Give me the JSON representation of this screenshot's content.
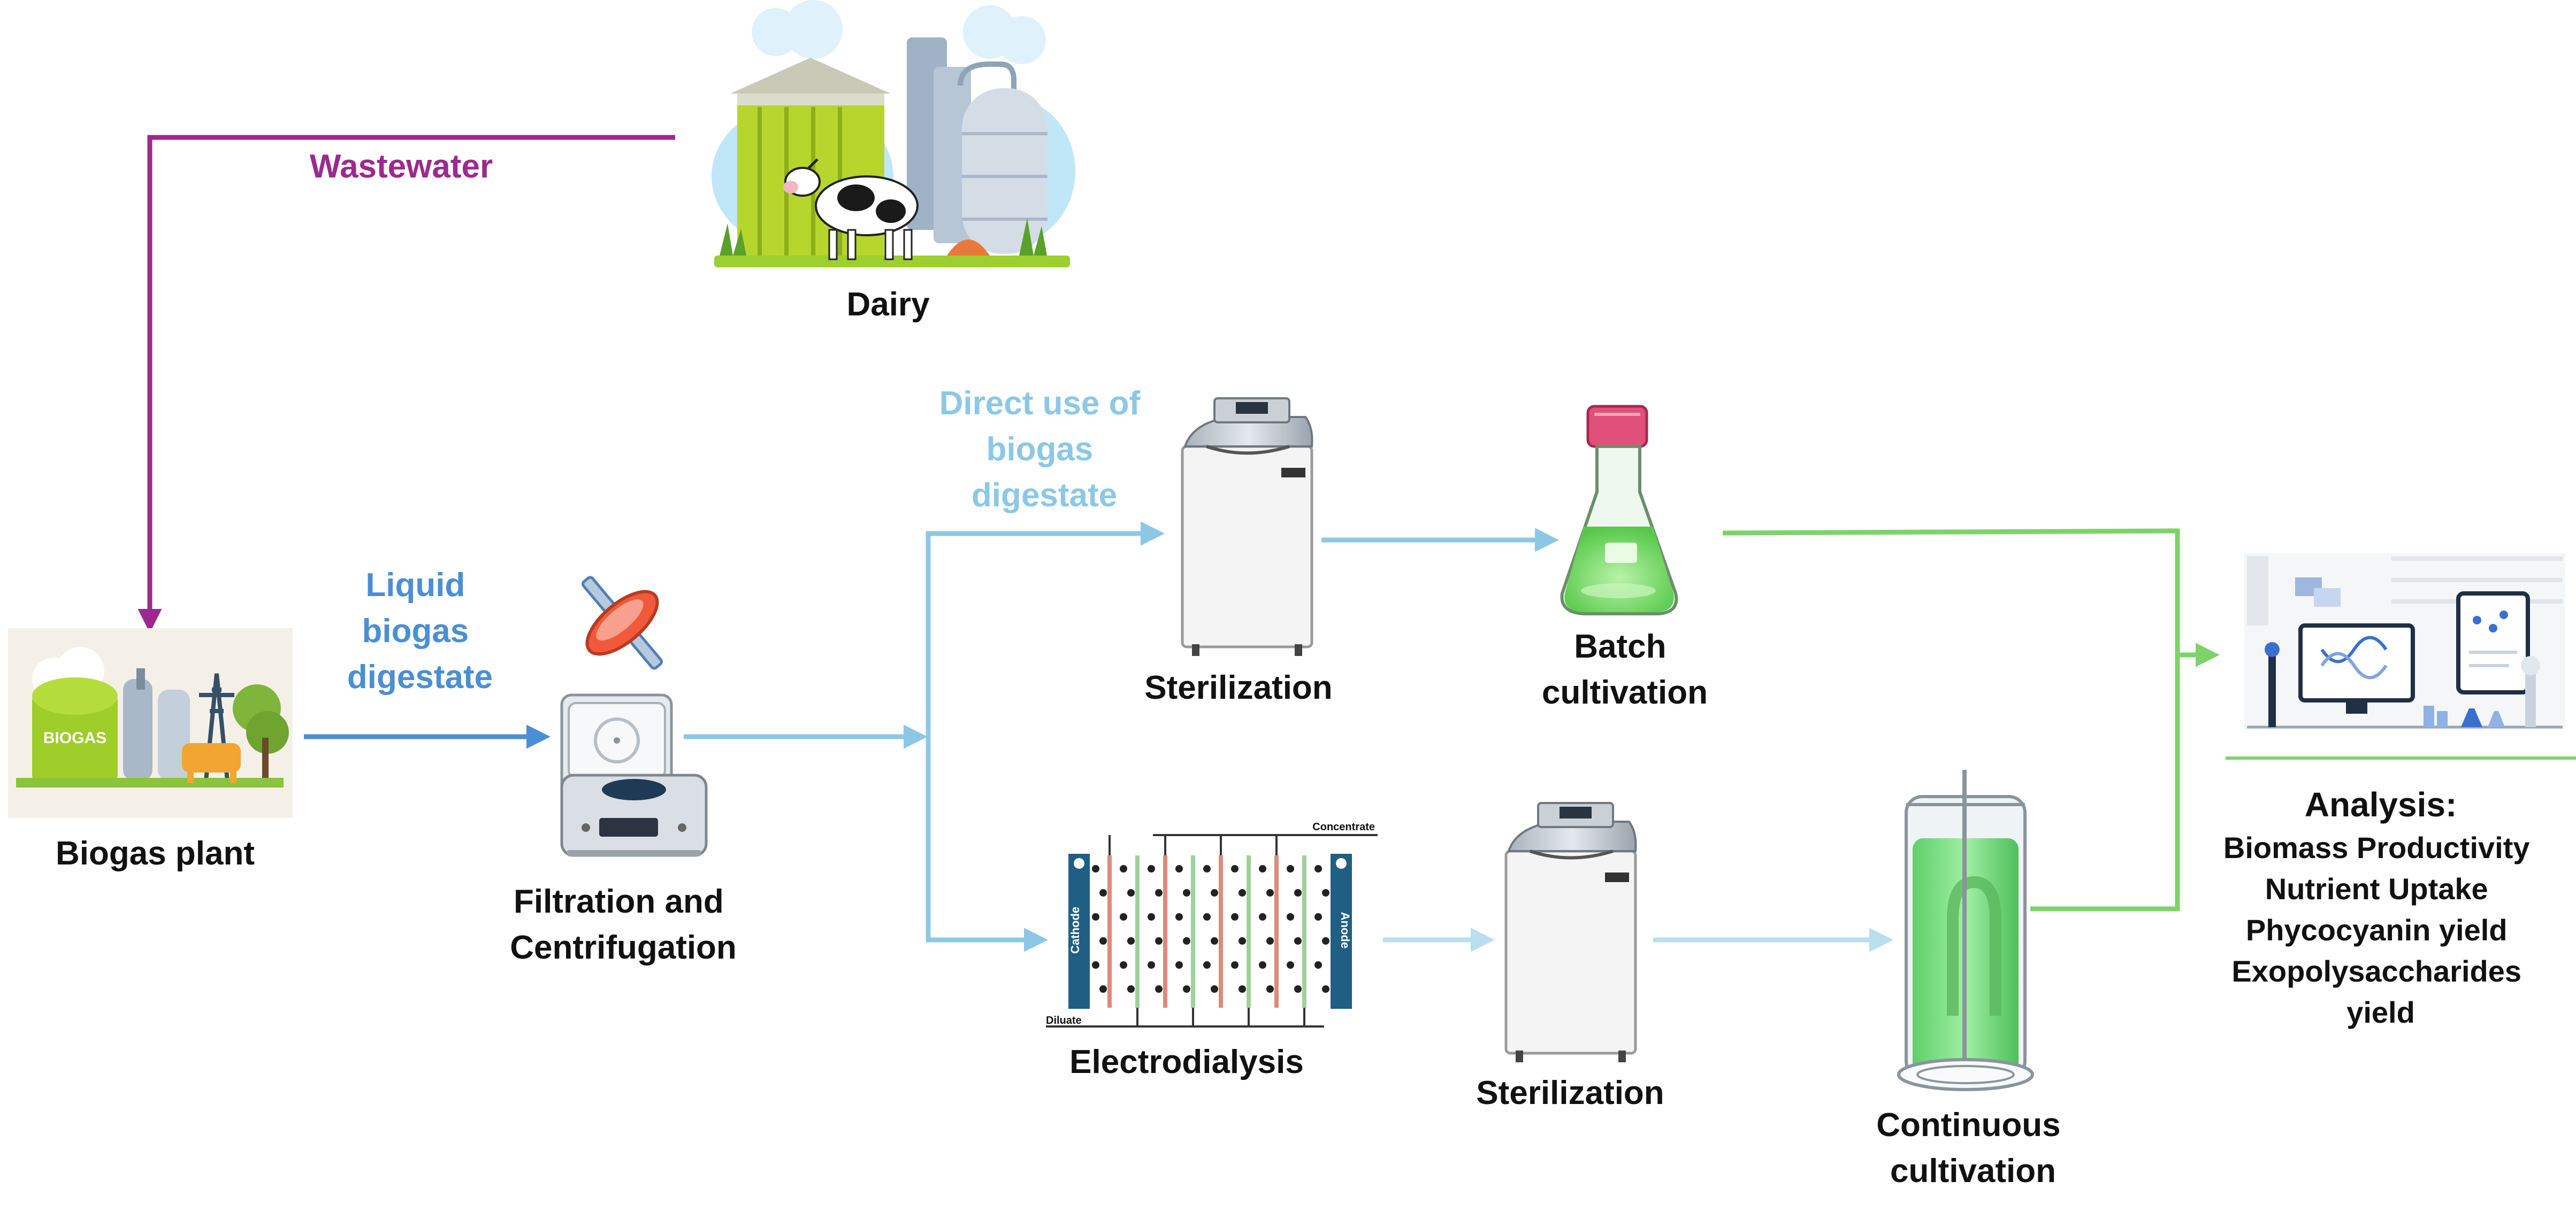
{
  "labels": {
    "wastewater": "Wastewater",
    "dairy": "Dairy",
    "biogas_plant": "Biogas plant",
    "biogas_sign": "BIOGAS",
    "liquid_digestate": [
      "Liquid",
      "biogas",
      "digestate"
    ],
    "filtration": [
      "Filtration and",
      "Centrifugation"
    ],
    "direct_use": [
      "Direct use of",
      "biogas",
      "digestate"
    ],
    "sterilization_top": "Sterilization",
    "batch": [
      "Batch",
      "cultivation"
    ],
    "electrodialysis": "Electrodialysis",
    "ed_concentrate": "Concentrate",
    "ed_diluate": "Diluate",
    "ed_cathode": "Cathode",
    "ed_anode": "Anode",
    "sterilization_bottom": "Sterilization",
    "continuous": [
      "Continuous",
      "cultivation"
    ],
    "analysis_title": "Analysis:",
    "analysis_items": [
      "Biomass Productivity",
      "Nutrient Uptake",
      "Phycocyanin yield",
      "Exopolysaccharides",
      "yield"
    ]
  },
  "colors": {
    "wastewater": "#9b2a8e",
    "liquid_blue": "#4a8fd4",
    "light_blue": "#8cc8e6",
    "pale_blue": "#b9def0",
    "green": "#7dd36a",
    "text_dark": "#111111"
  },
  "icons": [
    "dairy-farm-icon",
    "biogas-plant-icon",
    "syringe-filter-icon",
    "centrifuge-icon",
    "autoclave-icon",
    "erlenmeyer-flask-icon",
    "electrodialysis-cell-icon",
    "photobioreactor-icon",
    "lab-analysis-icon"
  ]
}
